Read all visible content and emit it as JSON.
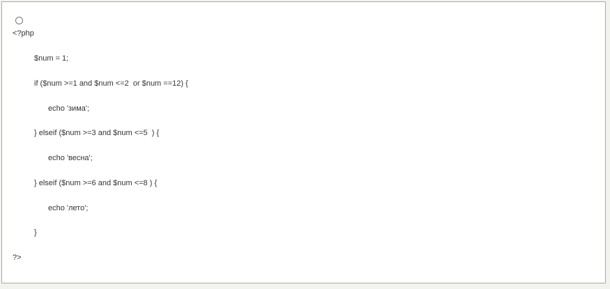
{
  "option": {
    "selected": false,
    "lines": [
      "<?php",
      "$num = 1;",
      "if ($num >=1 and $num <=2  or $num ==12) {",
      "echo 'зима';",
      "} elseif ($num >=3 and $num <=5  ) {",
      "echo 'весна';",
      "} elseif ($num >=6 and $num <=8 ) {",
      "echo 'лето';",
      "}",
      "?>"
    ]
  }
}
